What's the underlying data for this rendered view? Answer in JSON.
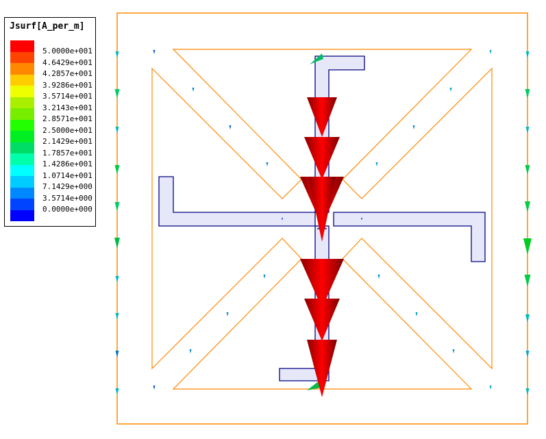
{
  "legend": {
    "title": "Jsurf[A_per_m]",
    "colors": [
      "#ff0000",
      "#ff4400",
      "#ff8800",
      "#ffcc00",
      "#eeff00",
      "#aaee00",
      "#77ee00",
      "#22ff00",
      "#00ee22",
      "#00dd66",
      "#00ffaa",
      "#00ffff",
      "#00ccff",
      "#0088ff",
      "#0044ff",
      "#0000ff"
    ],
    "labels": [
      "5.0000e+001",
      "4.6429e+001",
      "4.2857e+001",
      "3.9286e+001",
      "3.5714e+001",
      "3.2143e+001",
      "2.8571e+001",
      "2.5000e+001",
      "2.1429e+001",
      "1.7857e+001",
      "1.4286e+001",
      "1.0714e+001",
      "7.1429e+000",
      "3.5714e+000",
      "0.0000e+000"
    ]
  },
  "colors": {
    "outline": "#ff8800",
    "feed": "#000080",
    "feed_fill": "#e6e8fa",
    "arrow": "#cc0000"
  }
}
